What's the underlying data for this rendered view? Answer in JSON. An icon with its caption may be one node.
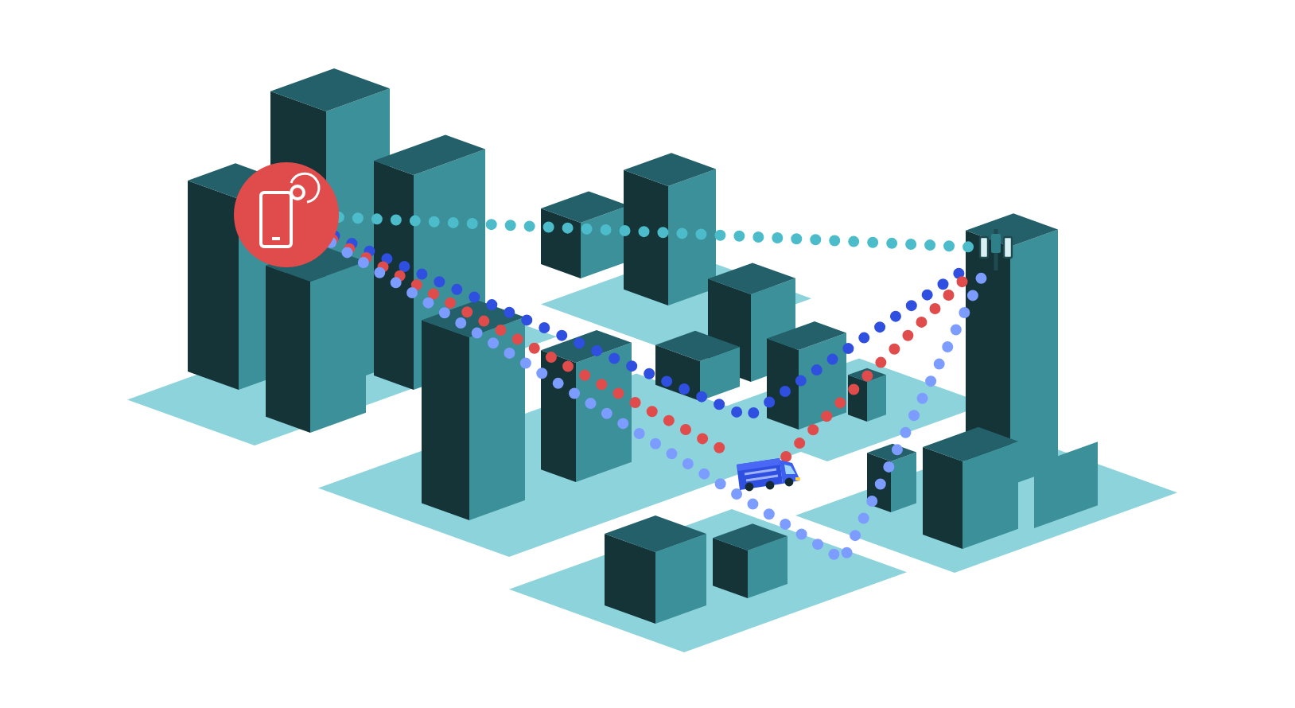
{
  "diagram": {
    "nodes": [
      {
        "text": [],
        "shape": "picture"
      },
      {
        "text": [],
        "shape": "picture"
      },
      {
        "text": [],
        "shape": "picture"
      }
    ],
    "edges": [
      {
        "from": 0,
        "to": 1,
        "arrow": "none",
        "color": "#4cbccb"
      },
      {
        "from": 0,
        "to": 1,
        "arrow": "none",
        "color": "#2f4fe0"
      },
      {
        "from": 0,
        "to": 2,
        "arrow": "none",
        "color": "#e04b4b"
      },
      {
        "from": 2,
        "to": 1,
        "arrow": "none",
        "color": "#e04b4b"
      },
      {
        "from": 0,
        "to": 1,
        "arrow": "none",
        "color": "#7d9cff"
      }
    ]
  }
}
